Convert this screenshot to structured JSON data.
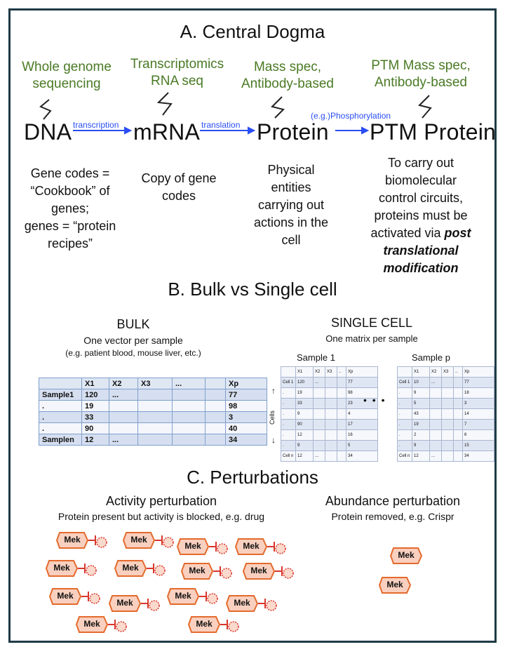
{
  "section_a": {
    "title": "A. Central Dogma",
    "methods": [
      "Whole genome sequencing",
      "Transcriptomics RNA seq",
      "Mass spec, Antibody-based",
      "PTM Mass spec, Antibody-based"
    ],
    "methods_lines": [
      [
        "Whole genome",
        "sequencing"
      ],
      [
        "Transcriptomics",
        "RNA seq"
      ],
      [
        "Mass spec,",
        "Antibody-based"
      ],
      [
        "PTM Mass spec,",
        "Antibody-based"
      ]
    ],
    "molecules": [
      "DNA",
      "mRNA",
      "Protein",
      "PTM Protein"
    ],
    "arrows": [
      "transcription",
      "translation",
      "(e.g.)Phosphorylation"
    ],
    "desc_dna": [
      "Gene codes =",
      "“Cookbook” of",
      "genes;",
      "genes = “protein",
      "recipes”"
    ],
    "desc_mrna": [
      "Copy of gene",
      "codes"
    ],
    "desc_protein": [
      "Physical",
      "entities",
      "carrying out",
      "actions in the",
      "cell"
    ],
    "desc_ptm": [
      "To carry out",
      "biomolecular",
      "control circuits,",
      "proteins must be",
      "activated via"
    ],
    "desc_ptm_emph": [
      "post",
      "translational",
      "modification"
    ]
  },
  "section_b": {
    "title": "B. Bulk vs Single cell",
    "bulk": {
      "heading": "BULK",
      "subheading": "One vector per sample",
      "note": "(e.g. patient blood, mouse liver, etc.)",
      "header": [
        "",
        "X1",
        "X2",
        "X3",
        "...",
        "",
        "Xp"
      ],
      "rows": [
        [
          "Sample1",
          "120",
          "...",
          "",
          "",
          "",
          "77"
        ],
        [
          ".",
          "19",
          "",
          "",
          "",
          "",
          "98"
        ],
        [
          ".",
          "33",
          "",
          "",
          "",
          "",
          "3"
        ],
        [
          ".",
          "90",
          "",
          "",
          "",
          "",
          "40"
        ],
        [
          "Samplen",
          "12",
          "...",
          "",
          "",
          "",
          "34"
        ]
      ]
    },
    "single_cell": {
      "heading": "SINGLE CELL",
      "subheading": "One matrix per sample",
      "sample1_label": "Sample 1",
      "samplep_label": "Sample p",
      "axis_label": "Cells",
      "ellipsis": "• • •",
      "header": [
        "",
        "X1",
        "X2",
        "X3",
        "..",
        "Xp"
      ],
      "sample1_rows": [
        [
          "Cell 1",
          "120",
          "...",
          "",
          "",
          "77"
        ],
        [
          ".",
          "19",
          "",
          "",
          "",
          "98"
        ],
        [
          ".",
          "33",
          "",
          "",
          "",
          "23"
        ],
        [
          ".",
          "9",
          "",
          "",
          "",
          "4"
        ],
        [
          ".",
          "90",
          "",
          "",
          "",
          "17"
        ],
        [
          ".",
          "12",
          "",
          "",
          "",
          "16"
        ],
        [
          ".",
          "9",
          "",
          "",
          "",
          "5"
        ],
        [
          "Cell n",
          "12",
          "...",
          "",
          "",
          "34"
        ]
      ],
      "samplep_rows": [
        [
          "Cell 1",
          "10",
          "...",
          "",
          "",
          "77"
        ],
        [
          ".",
          "9",
          "",
          "",
          "",
          "18"
        ],
        [
          ".",
          "5",
          "",
          "",
          "",
          "3"
        ],
        [
          ".",
          "43",
          "",
          "",
          "",
          "14"
        ],
        [
          ".",
          "19",
          "",
          "",
          "",
          "7"
        ],
        [
          ".",
          "2",
          "",
          "",
          "",
          "6"
        ],
        [
          ".",
          "9",
          "",
          "",
          "",
          "15"
        ],
        [
          "Cell n",
          "12",
          "...",
          "",
          "",
          "34"
        ]
      ]
    }
  },
  "section_c": {
    "title": "C. Perturbations",
    "activity_title": "Activity perturbation",
    "activity_sub": "Protein present but activity is blocked, e.g. drug",
    "abundance_title": "Abundance perturbation",
    "abundance_sub": "Protein removed, e.g. Crispr",
    "protein_label": "Mek"
  },
  "colors": {
    "green": "#4a7a25",
    "blue_arrow": "#2a4df5",
    "frame": "#1f3a46",
    "mek_fill": "#f9d0bf",
    "mek_border": "#e46a2c",
    "inhibitor": "#d9362b"
  }
}
